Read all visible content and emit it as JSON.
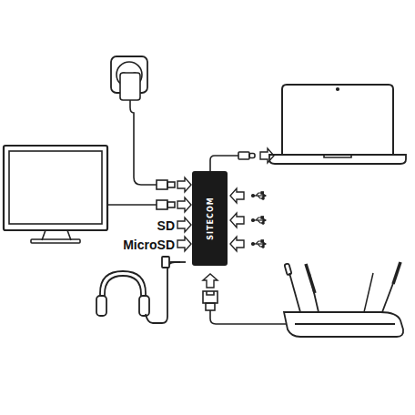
{
  "diagram": {
    "nodes": [
      {
        "text": [
          "SITECOM"
        ]
      }
    ],
    "labels": [
      "SD",
      "MicroSD"
    ]
  }
}
